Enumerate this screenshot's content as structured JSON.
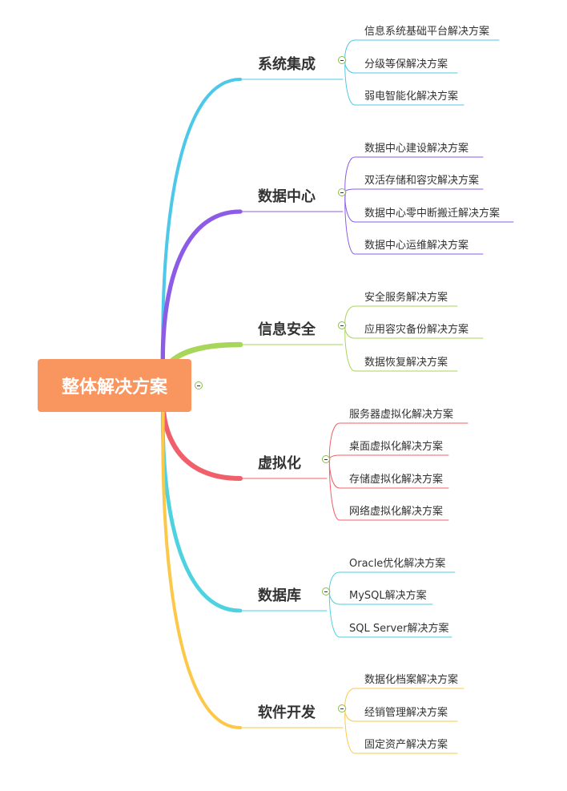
{
  "root": {
    "label": "整体解决方案",
    "color": "#f9965f",
    "collapse_icon": "minus-circle-icon"
  },
  "branches": [
    {
      "label": "系统集成",
      "color": "#4dc8e8",
      "children": [
        "信息系统基础平台解决方案",
        "分级等保解决方案",
        "弱电智能化解决方案"
      ]
    },
    {
      "label": "数据中心",
      "color": "#8c5ce6",
      "children": [
        "数据中心建设解决方案",
        "双活存储和容灾解决方案",
        "数据中心零中断搬迁解决方案",
        "数据中心运维解决方案"
      ]
    },
    {
      "label": "信息安全",
      "color": "#a7d65a",
      "children": [
        "安全服务解决方案",
        "应用容灾备份解决方案",
        "数据恢复解决方案"
      ]
    },
    {
      "label": "虚拟化",
      "color": "#f0606b",
      "children": [
        "服务器虚拟化解决方案",
        "桌面虚拟化解决方案",
        "存储虚拟化解决方案",
        "网络虚拟化解决方案"
      ]
    },
    {
      "label": "数据库",
      "color": "#4fd2e0",
      "children": [
        "Oracle优化解决方案",
        "MySQL解决方案",
        "SQL Server解决方案"
      ]
    },
    {
      "label": "软件开发",
      "color": "#fcc84a",
      "children": [
        "数据化档案解决方案",
        "经销管理解决方案",
        "固定资产解决方案"
      ]
    }
  ]
}
